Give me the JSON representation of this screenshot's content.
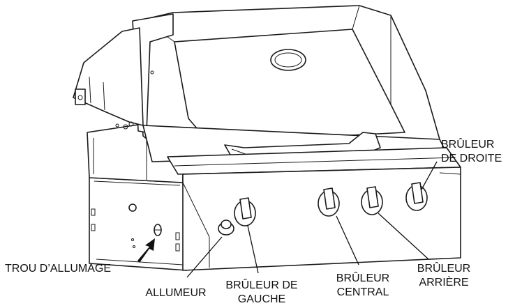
{
  "labels": {
    "right_burner": [
      "BRÛLEUR",
      "DE DROITE"
    ],
    "ignition_hole": [
      "TROU D’ALLUMAGE"
    ],
    "igniter": [
      "ALLUMEUR"
    ],
    "left_burner": [
      "BRÛLEUR DE",
      "GAUCHE"
    ],
    "center_burner": [
      "BRÛLEUR",
      "CENTRAL"
    ],
    "rear_burner": [
      "BRÛLEUR",
      "ARRIÈRE"
    ]
  },
  "colors": {
    "line": "#1a1a1a",
    "background": "#ffffff",
    "text": "#111111"
  }
}
